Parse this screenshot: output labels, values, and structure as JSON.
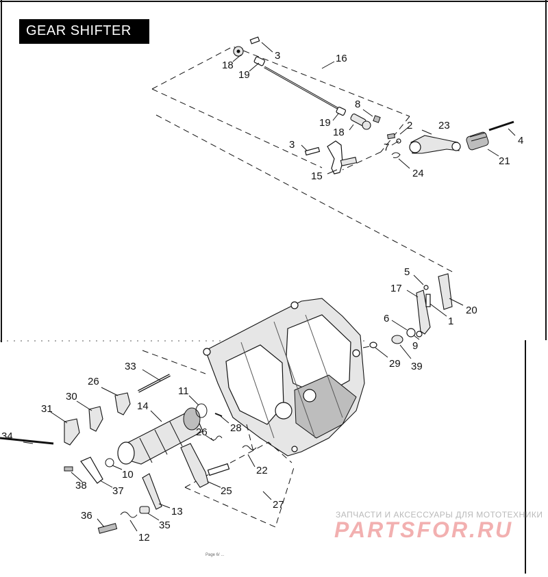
{
  "title": "GEAR SHIFTER",
  "callouts": {
    "c1": "1",
    "c2": "2",
    "c3a": "3",
    "c3b": "3",
    "c4": "4",
    "c5": "5",
    "c6": "6",
    "c7": "7",
    "c8": "8",
    "c9": "9",
    "c10": "10",
    "c11": "11",
    "c12": "12",
    "c13": "13",
    "c14": "14",
    "c15": "15",
    "c16": "16",
    "c17": "17",
    "c18a": "18",
    "c18b": "18",
    "c19a": "19",
    "c19b": "19",
    "c20": "20",
    "c21": "21",
    "c22": "22",
    "c23": "23",
    "c24": "24",
    "c25": "25",
    "c26a": "26",
    "c26b": "26",
    "c27": "27",
    "c28": "28",
    "c29": "29",
    "c30": "30",
    "c31": "31",
    "c33": "33",
    "c34": "34",
    "c35": "35",
    "c36": "36",
    "c37": "37",
    "c38": "38",
    "c39": "39"
  },
  "watermark": {
    "tagline": "ЗАПЧАСТИ И АКСЕССУАРЫ ДЛЯ МОТОТЕХНИКИ",
    "brand": "PARTSFOR.RU"
  },
  "footer": "Page 6/ ..."
}
